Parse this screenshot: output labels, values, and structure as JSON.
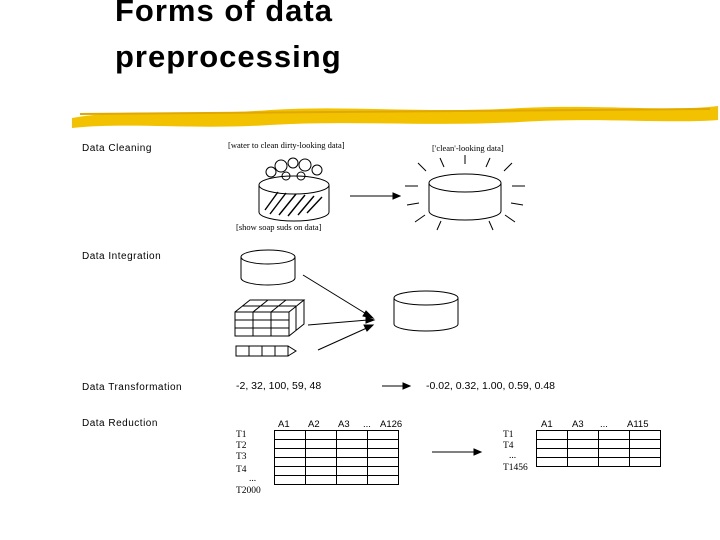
{
  "title": {
    "line1": "Forms of data",
    "line2": "preprocessing"
  },
  "sections": {
    "cleaning": {
      "label": "Data Cleaning",
      "note_top": "[water to clean dirty-looking data]",
      "note_bottom": "[show soap suds on data]",
      "note_clean": "['clean'-looking data]"
    },
    "integration": {
      "label": "Data Integration"
    },
    "transformation": {
      "label": "Data Transformation",
      "before": "-2, 32, 100, 59, 48",
      "after": "-0.02, 0.32, 1.00, 0.59, 0.48"
    },
    "reduction": {
      "label": "Data Reduction",
      "left_cols": [
        "A1",
        "A2",
        "A3",
        "...",
        "A126"
      ],
      "left_rows": [
        "T1",
        "T2",
        "T3",
        "T4",
        "...",
        "T2000"
      ],
      "right_cols": [
        "A1",
        "A3",
        "...",
        "A115"
      ],
      "right_rows": [
        "T1",
        "T4",
        "...",
        "T1456"
      ]
    }
  },
  "colors": {
    "highlight": "#f2c200",
    "ink": "#000000"
  }
}
